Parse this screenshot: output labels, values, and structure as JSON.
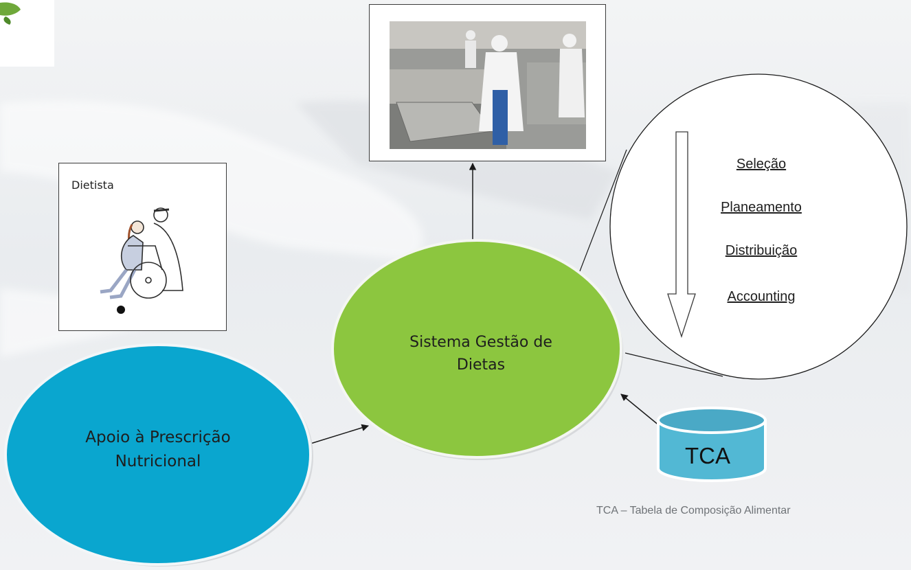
{
  "dietista": {
    "label": "Dietista"
  },
  "central_node": {
    "line1": "Sistema Gestão de",
    "line2": "Dietas"
  },
  "left_node": {
    "line1": "Apoio à Prescrição",
    "line2": "Nutricional"
  },
  "process_steps": [
    "Seleção",
    "Planeamento",
    "Distribuição",
    "Accounting"
  ],
  "database": {
    "label": "TCA"
  },
  "caption": "TCA – Tabela de Composição Alimentar",
  "colors": {
    "green_node": "#8cc63f",
    "blue_node": "#0aa6cf",
    "database_fill": "#52b8d4",
    "outline": "#3a3a3a"
  }
}
